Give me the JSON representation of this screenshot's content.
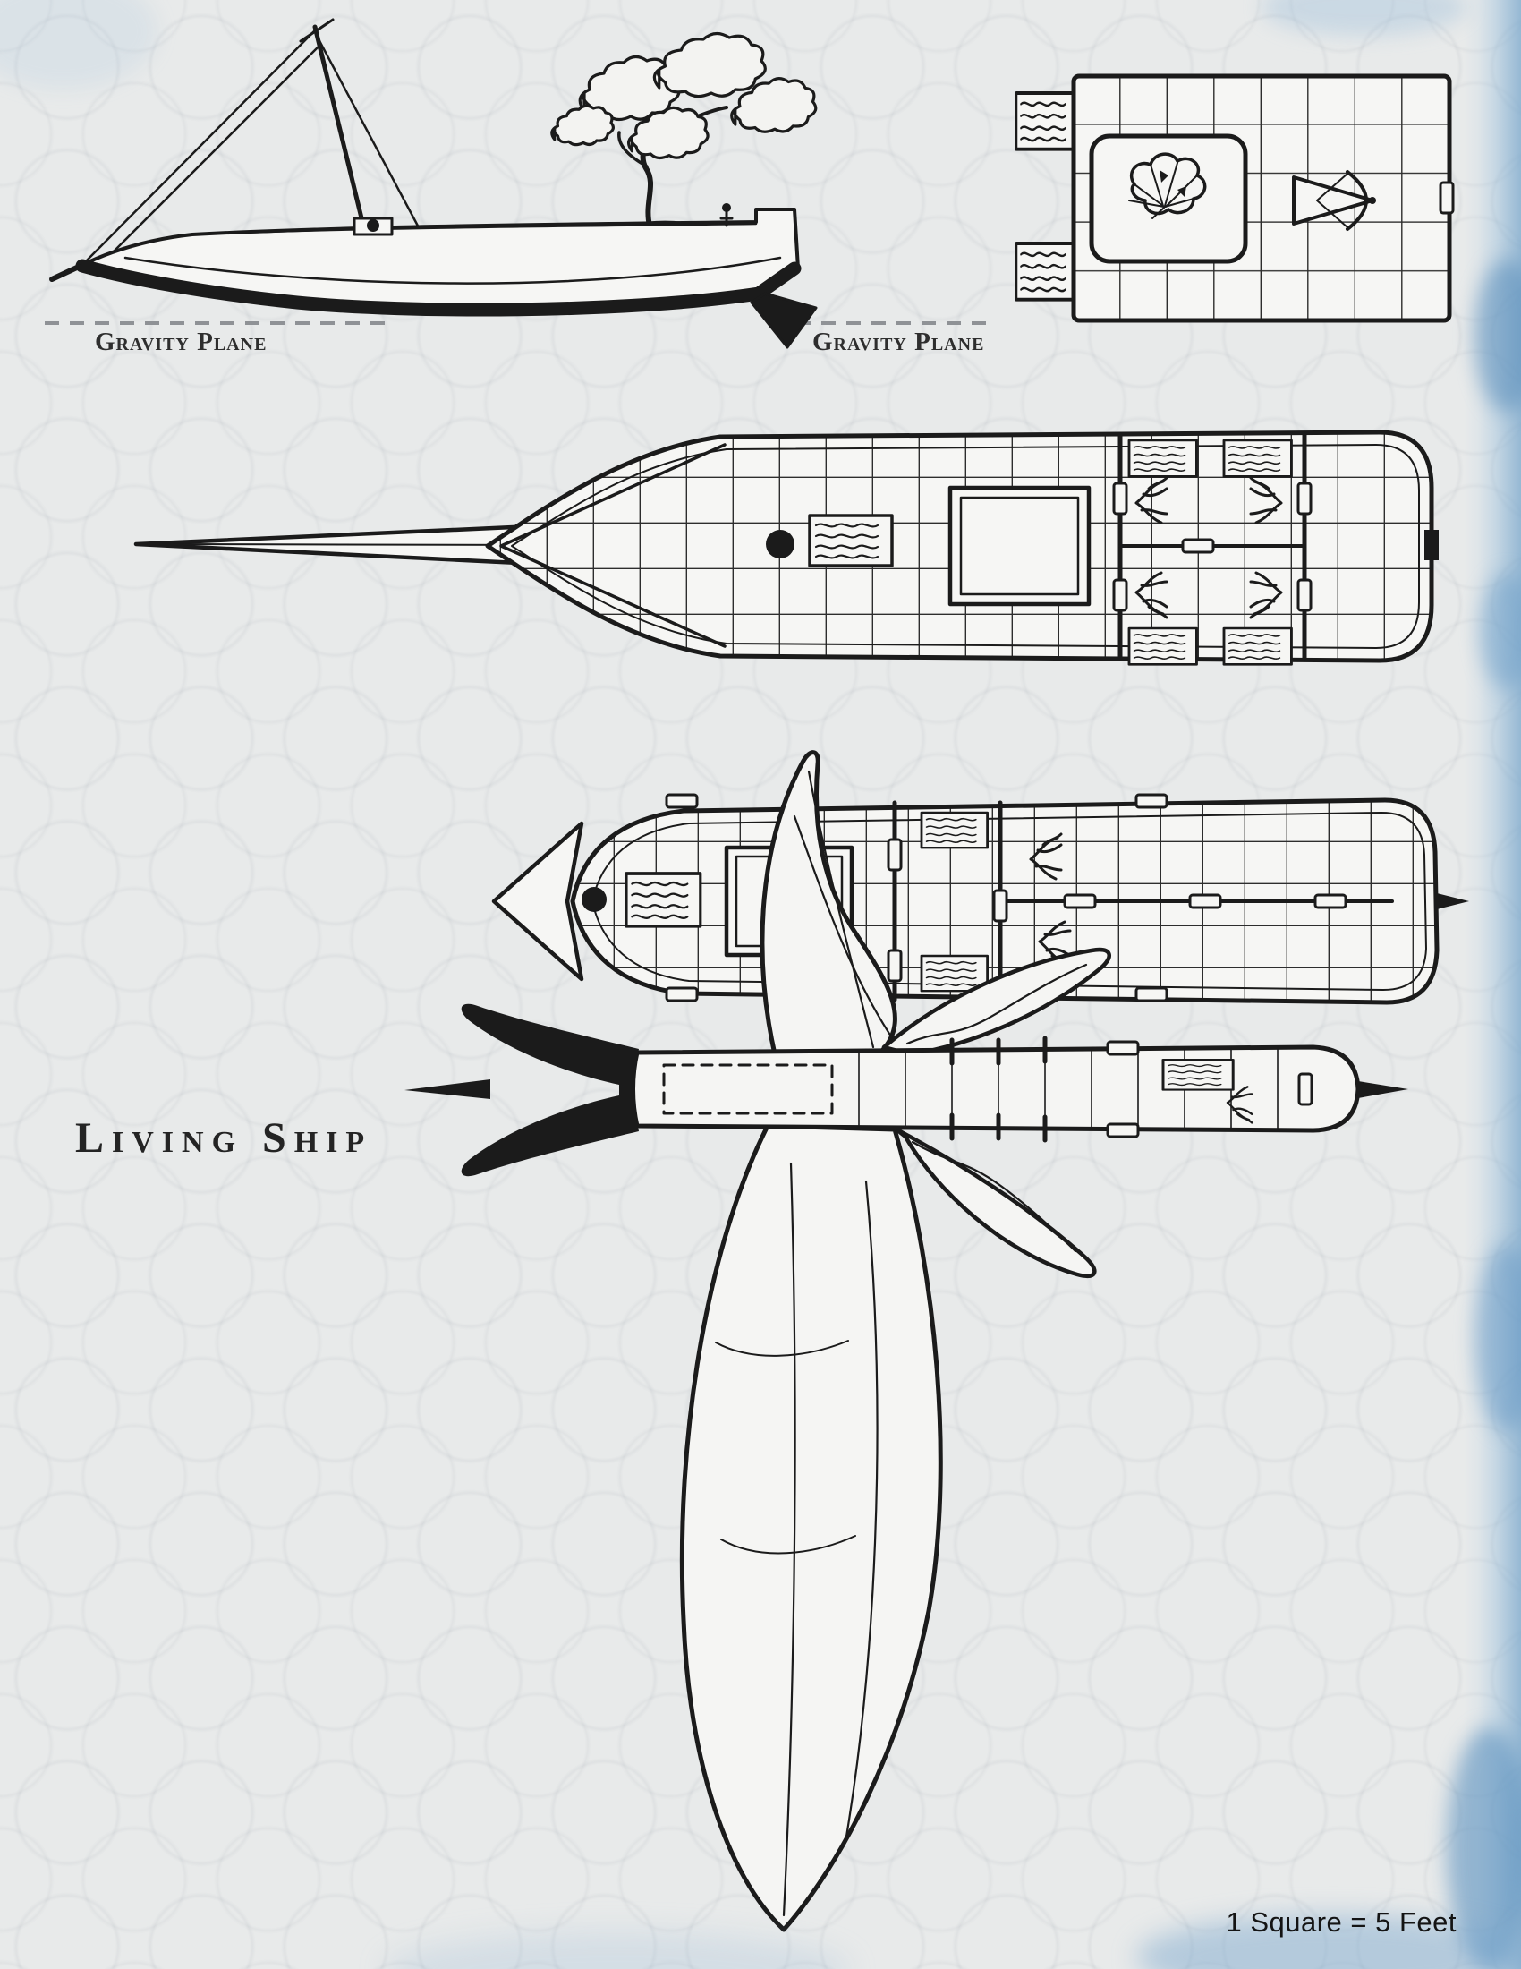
{
  "page": {
    "title": "Living Ship",
    "scale_note": "1 Square = 5 Feet"
  },
  "labels": {
    "gravity_plane_left": "Gravity Plane",
    "gravity_plane_right": "Gravity Plane"
  },
  "illustrations": {
    "side_profile": "side-profile-view",
    "aft_deck_plan": "aft-deck-plan",
    "main_deck_plan": "main-deck-plan",
    "lower_deck_plan": "lower-deck-plan",
    "winged_top_view": "winged-top-view"
  },
  "colors": {
    "ink": "#1b1b1b",
    "paper": "#e8eaea",
    "deck_fill": "#f6f6f4",
    "watercolor_blue": "#7daacd",
    "gravity_line_gray": "#8f9296"
  }
}
